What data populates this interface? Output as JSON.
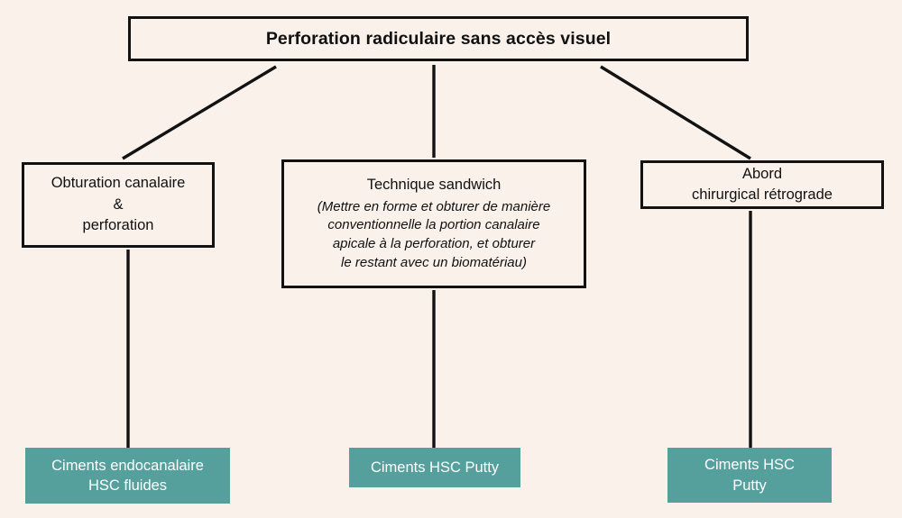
{
  "diagram": {
    "title": "Perforation radiculaire sans accès visuel",
    "background_color": "#faf1eb",
    "box_border_color": "#121212",
    "accent_color": "#55a09d",
    "accent_text_color": "#ffffff",
    "branches": {
      "left": {
        "lines": [
          "Obturation canalaire",
          "&",
          "perforation"
        ]
      },
      "middle": {
        "heading": "Technique sandwich",
        "note_lines": [
          "(Mettre en forme et obturer de manière",
          "conventionnelle la portion canalaire",
          "apicale à la perforation, et obturer",
          "le restant avec un biomatériau)"
        ]
      },
      "right": {
        "lines": [
          "Abord",
          "chirurgical rétrograde"
        ]
      }
    },
    "results": {
      "left": {
        "lines": [
          "Ciments endocanalaire",
          "HSC fluides"
        ]
      },
      "middle": {
        "lines": [
          "Ciments HSC Putty"
        ]
      },
      "right": {
        "lines": [
          "Ciments HSC",
          "Putty"
        ]
      }
    }
  }
}
